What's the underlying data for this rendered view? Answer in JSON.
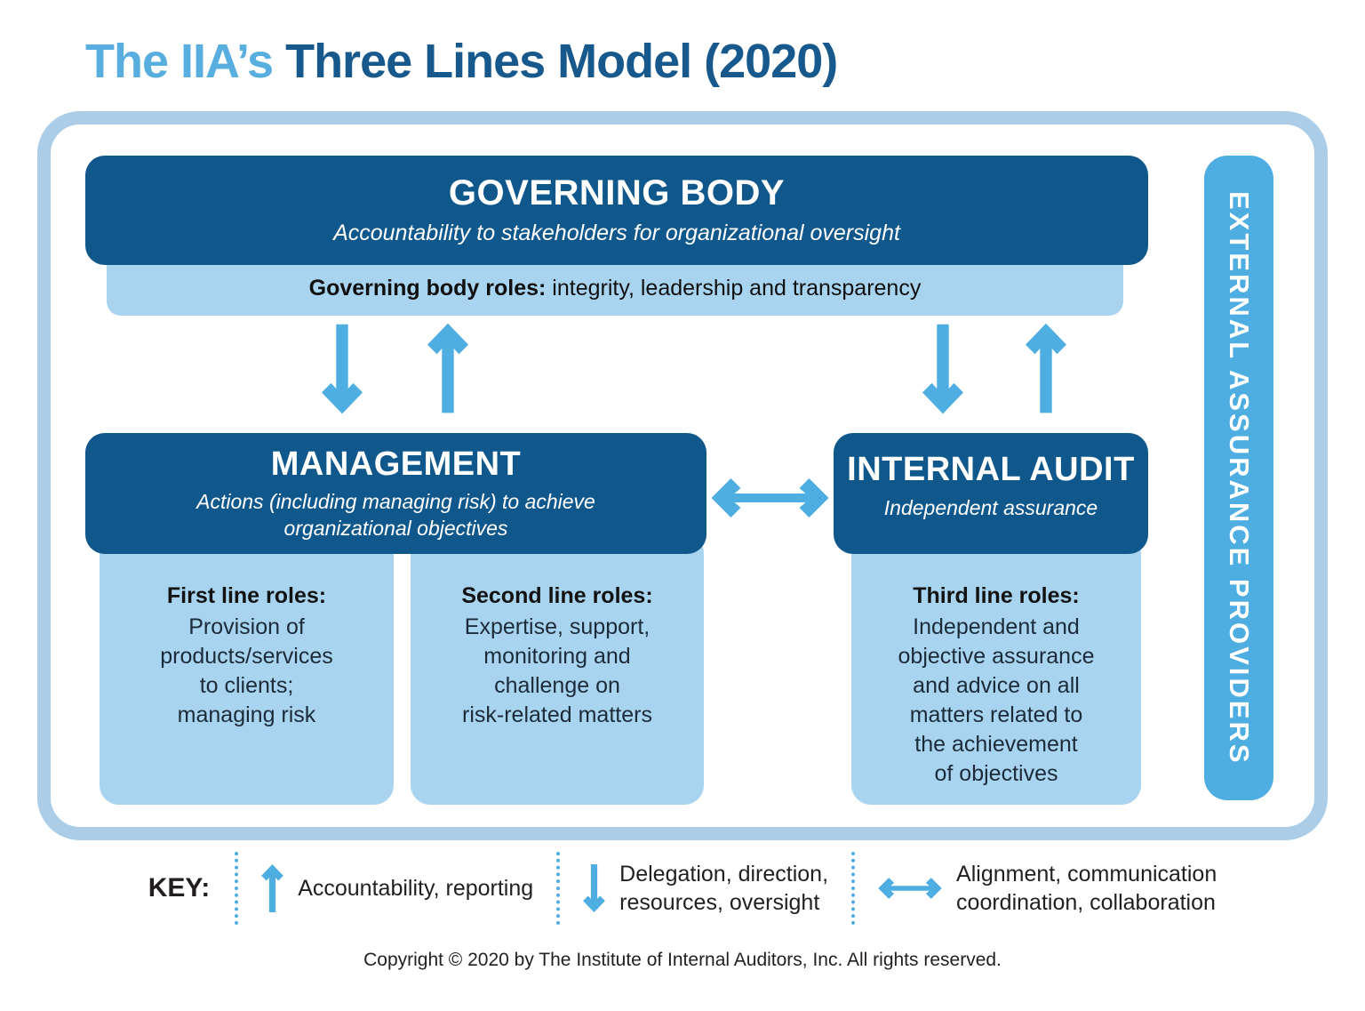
{
  "colors": {
    "dark_blue": "#10588C",
    "light_blue": "#A8D4F0",
    "accent_blue": "#4EAEE1",
    "frame_blue": "#ABCDE8",
    "title_light": "#58AEDE",
    "title_dark": "#17598C",
    "text_dark": "#231F20"
  },
  "title": {
    "prefix": "The IIA’s ",
    "main": "Three Lines Model (2020)"
  },
  "governing_body": {
    "title": "GOVERNING BODY",
    "subtitle": "Accountability to stakeholders for organizational oversight",
    "roles_label": "Governing body roles:",
    "roles_text": " integrity, leadership and transparency"
  },
  "management": {
    "title": "MANAGEMENT",
    "subtitle": [
      "Actions (including managing risk) to achieve",
      "organizational objectives"
    ]
  },
  "internal_audit": {
    "title": "INTERNAL AUDIT",
    "subtitle": "Independent assurance"
  },
  "first_line": {
    "title": "First line roles:",
    "body": [
      "Provision of",
      "products/services",
      "to clients;",
      "managing risk"
    ]
  },
  "second_line": {
    "title": "Second line roles:",
    "body": [
      "Expertise, support,",
      "monitoring and",
      "challenge on",
      "risk-related matters"
    ]
  },
  "third_line": {
    "title": "Third line roles:",
    "body": [
      "Independent and",
      "objective assurance",
      "and advice on all",
      "matters related to",
      "the achievement",
      "of objectives"
    ]
  },
  "external_assurance": {
    "label": "EXTERNAL ASSURANCE PROVIDERS"
  },
  "key": {
    "label": "KEY:",
    "items": [
      {
        "icon": "up-arrow-icon",
        "text": "Accountability, reporting"
      },
      {
        "icon": "down-arrow-icon",
        "text": [
          "Delegation, direction,",
          "resources, oversight"
        ]
      },
      {
        "icon": "double-arrow-icon",
        "text": [
          "Alignment, communication",
          "coordination, collaboration"
        ]
      }
    ]
  },
  "footer": {
    "copyright": "Copyright © 2020 by The Institute of Internal Auditors, Inc. All rights reserved."
  }
}
